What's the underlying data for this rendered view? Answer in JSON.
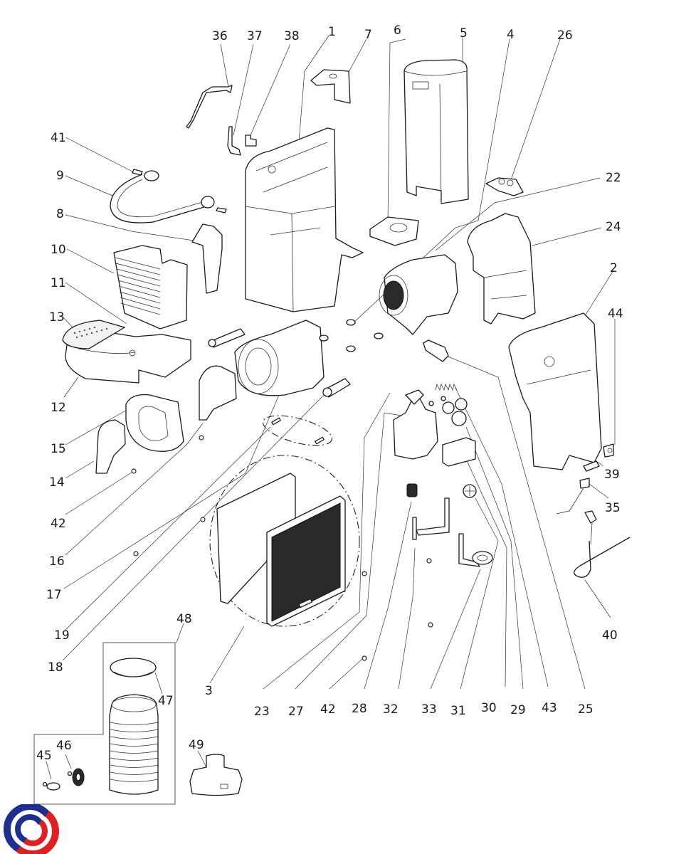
{
  "diagram": {
    "type": "exploded-parts-view",
    "subject": "coffee machine / milk frother assembly",
    "callouts": [
      {
        "id": "1"
      },
      {
        "id": "2"
      },
      {
        "id": "3"
      },
      {
        "id": "4"
      },
      {
        "id": "5"
      },
      {
        "id": "6"
      },
      {
        "id": "7"
      },
      {
        "id": "8"
      },
      {
        "id": "9"
      },
      {
        "id": "10"
      },
      {
        "id": "11"
      },
      {
        "id": "12"
      },
      {
        "id": "13"
      },
      {
        "id": "14"
      },
      {
        "id": "15"
      },
      {
        "id": "16"
      },
      {
        "id": "17"
      },
      {
        "id": "18"
      },
      {
        "id": "19"
      },
      {
        "id": "22"
      },
      {
        "id": "23"
      },
      {
        "id": "24"
      },
      {
        "id": "25"
      },
      {
        "id": "26"
      },
      {
        "id": "27"
      },
      {
        "id": "28"
      },
      {
        "id": "29"
      },
      {
        "id": "30"
      },
      {
        "id": "31"
      },
      {
        "id": "32"
      },
      {
        "id": "33"
      },
      {
        "id": "35"
      },
      {
        "id": "36"
      },
      {
        "id": "37"
      },
      {
        "id": "38"
      },
      {
        "id": "39"
      },
      {
        "id": "40"
      },
      {
        "id": "41"
      },
      {
        "id": "42"
      },
      {
        "id": "42b"
      },
      {
        "id": "43"
      },
      {
        "id": "44"
      },
      {
        "id": "45"
      },
      {
        "id": "46"
      },
      {
        "id": "47"
      },
      {
        "id": "48"
      },
      {
        "id": "49"
      }
    ],
    "labels": {
      "l1": "1",
      "l2": "2",
      "l3": "3",
      "l4": "4",
      "l5": "5",
      "l6": "6",
      "l7": "7",
      "l8": "8",
      "l9": "9",
      "l10": "10",
      "l11": "11",
      "l12": "12",
      "l13": "13",
      "l14": "14",
      "l15": "15",
      "l16": "16",
      "l17": "17",
      "l18": "18",
      "l19": "19",
      "l22": "22",
      "l23": "23",
      "l24": "24",
      "l25": "25",
      "l26": "26",
      "l27": "27",
      "l28": "28",
      "l29": "29",
      "l30": "30",
      "l31": "31",
      "l32": "32",
      "l33": "33",
      "l35": "35",
      "l36": "36",
      "l37": "37",
      "l38": "38",
      "l39": "39",
      "l40": "40",
      "l41": "41",
      "l42a": "42",
      "l42b": "42",
      "l43": "43",
      "l44": "44",
      "l45": "45",
      "l46": "46",
      "l47": "47",
      "l48": "48",
      "l49": "49"
    },
    "logo": {
      "name": "brand-logo",
      "colors": {
        "top": "#1f2f8f",
        "bottom": "#e02020"
      }
    }
  }
}
